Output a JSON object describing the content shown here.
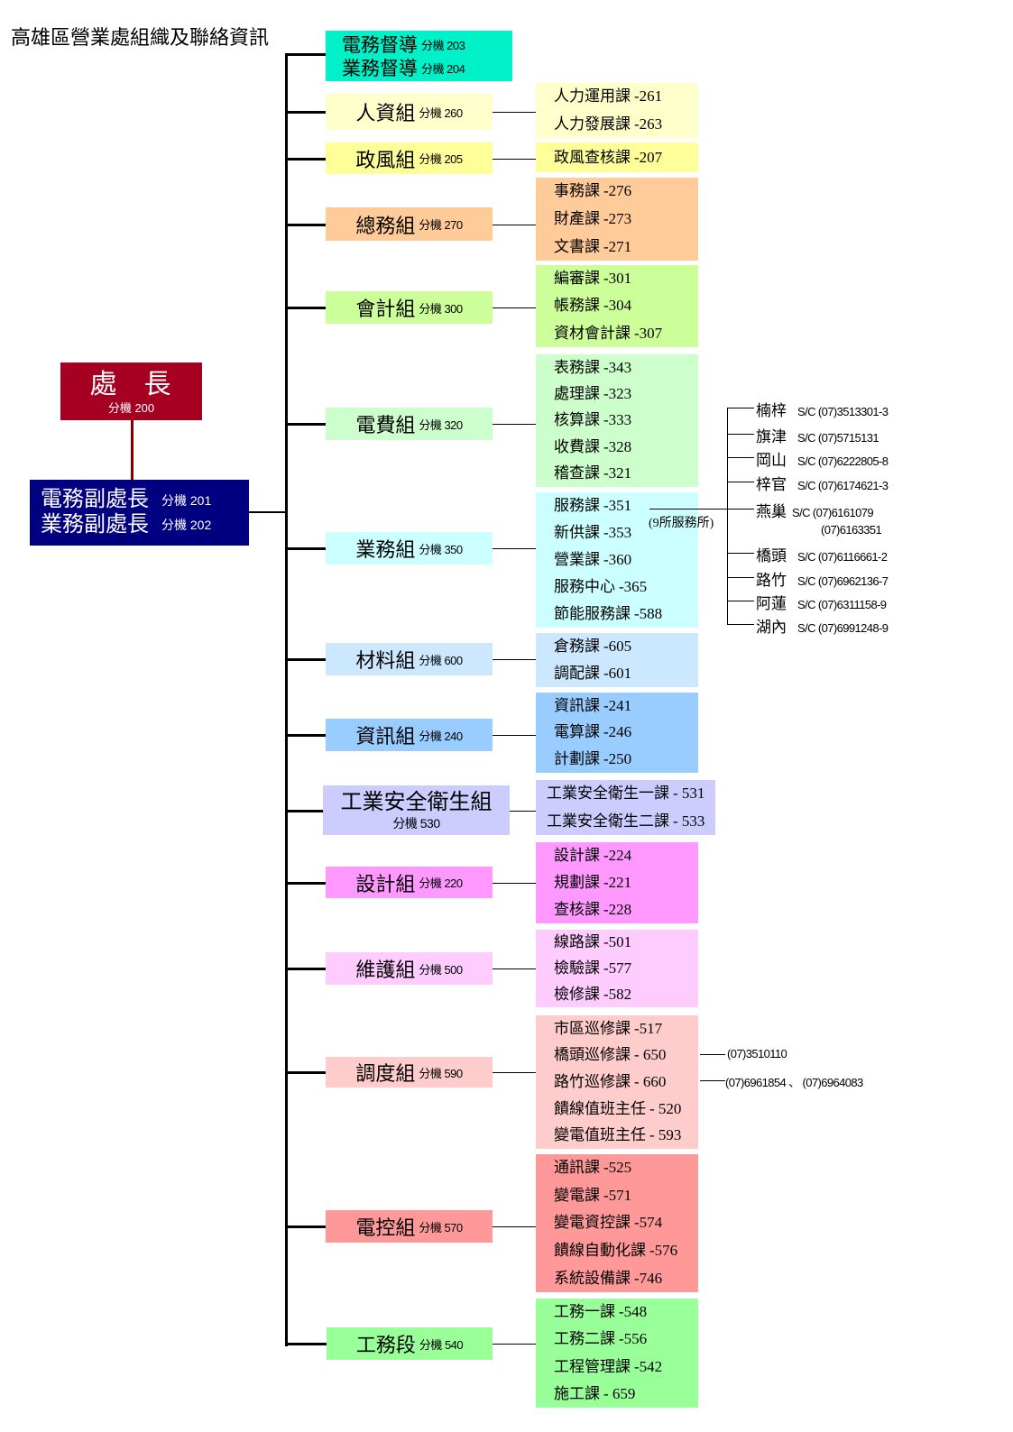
{
  "title": "高雄區營業處組織及聯絡資訊",
  "ext_label": "分機",
  "chief": {
    "name": "處長",
    "ext": "分機 200",
    "color": "#a50021"
  },
  "deputies": {
    "color": "#000080",
    "rows": [
      {
        "name": "電務副處長",
        "ext": "分機 201"
      },
      {
        "name": "業務副處長",
        "ext": "分機 202"
      }
    ]
  },
  "supervisors": {
    "color": "#00f0c8",
    "rows": [
      {
        "name": "電務督導",
        "ext": "分機 203"
      },
      {
        "name": "業務督導",
        "ext": "分機 204"
      }
    ]
  },
  "groups": [
    {
      "name": "人資組",
      "ext": "分機 260",
      "color": "#ffffcc",
      "sections": [
        {
          "name": "人力運用課",
          "code": "-261"
        },
        {
          "name": "人力發展課",
          "code": "-263"
        }
      ]
    },
    {
      "name": "政風組",
      "ext": "分機 205",
      "color": "#ffff99",
      "sections": [
        {
          "name": "政風查核課",
          "code": "-207"
        }
      ]
    },
    {
      "name": "總務組",
      "ext": "分機 270",
      "color": "#ffcc99",
      "sections": [
        {
          "name": "事務課",
          "code": "-276"
        },
        {
          "name": "財產課",
          "code": "-273"
        },
        {
          "name": "文書課",
          "code": "-271"
        }
      ]
    },
    {
      "name": "會計組",
      "ext": "分機 300",
      "color": "#ccff99",
      "sections": [
        {
          "name": "編審課",
          "code": "-301"
        },
        {
          "name": "帳務課",
          "code": "-304"
        },
        {
          "name": "資材會計課",
          "code": "-307"
        }
      ]
    },
    {
      "name": "電費組",
      "ext": "分機 320",
      "color": "#ccffcc",
      "sections": [
        {
          "name": "表務課",
          "code": "-343"
        },
        {
          "name": "處理課",
          "code": "-323"
        },
        {
          "name": "核算課",
          "code": "-333"
        },
        {
          "name": "收費課",
          "code": "-328"
        },
        {
          "name": "稽查課",
          "code": "-321"
        }
      ]
    },
    {
      "name": "業務組",
      "ext": "分機 350",
      "color": "#ccffff",
      "sections": [
        {
          "name": "服務課",
          "code": "-351"
        },
        {
          "name": "新供課",
          "code": "-353"
        },
        {
          "name": "營業課",
          "code": "-360"
        },
        {
          "name": "服務中心",
          "code": "-365"
        },
        {
          "name": "節能服務課",
          "code": "-588"
        }
      ]
    },
    {
      "name": "材料組",
      "ext": "分機 600",
      "color": "#cce8ff",
      "sections": [
        {
          "name": "倉務課",
          "code": "-605"
        },
        {
          "name": "調配課",
          "code": "-601"
        }
      ]
    },
    {
      "name": "資訊組",
      "ext": "分機 240",
      "color": "#99ccff",
      "sections": [
        {
          "name": "資訊課",
          "code": "-241"
        },
        {
          "name": "電算課",
          "code": "-246"
        },
        {
          "name": "計劃課",
          "code": "-250"
        }
      ]
    },
    {
      "name": "工業安全衛生組",
      "ext": "分機 530",
      "color": "#ccccff",
      "sections": [
        {
          "name": "工業安全衛生一課",
          "code": "- 531"
        },
        {
          "name": "工業安全衛生二課",
          "code": "- 533"
        }
      ]
    },
    {
      "name": "設計組",
      "ext": "分機 220",
      "color": "#ff99ff",
      "sections": [
        {
          "name": "設計課",
          "code": "-224"
        },
        {
          "name": "規劃課",
          "code": "-221"
        },
        {
          "name": "查核課",
          "code": "-228"
        }
      ]
    },
    {
      "name": "維護組",
      "ext": "分機 500",
      "color": "#ffccff",
      "sections": [
        {
          "name": "線路課",
          "code": "-501"
        },
        {
          "name": "檢驗課",
          "code": "-577"
        },
        {
          "name": "檢修課",
          "code": "-582"
        }
      ]
    },
    {
      "name": "調度組",
      "ext": "分機 590",
      "color": "#ffcccc",
      "sections": [
        {
          "name": "市區巡修課",
          "code": "-517"
        },
        {
          "name": "橋頭巡修課",
          "code": "- 650"
        },
        {
          "name": "路竹巡修課",
          "code": "- 660"
        },
        {
          "name": "饋線值班主任",
          "code": "- 520"
        },
        {
          "name": "變電值班主任",
          "code": "- 593"
        }
      ]
    },
    {
      "name": "電控組",
      "ext": "分機 570",
      "color": "#ff9999",
      "sections": [
        {
          "name": "通訊課",
          "code": "-525"
        },
        {
          "name": "變電課",
          "code": "-571"
        },
        {
          "name": "變電資控課",
          "code": "-574"
        },
        {
          "name": "饋線自動化課",
          "code": "-576"
        },
        {
          "name": "系統設備課",
          "code": "-746"
        }
      ]
    },
    {
      "name": "工務段",
      "ext": "分機 540",
      "color": "#99ff99",
      "sections": [
        {
          "name": "工務一課",
          "code": "-548"
        },
        {
          "name": "工務二課",
          "code": "-556"
        },
        {
          "name": "工程管理課",
          "code": "-542"
        },
        {
          "name": "施工課",
          "code": "- 659"
        }
      ]
    }
  ],
  "service_offices": {
    "label": "(9所服務所)",
    "offices": [
      {
        "name": "楠梓",
        "phone": "S/C (07)3513301-3"
      },
      {
        "name": "旗津",
        "phone": "S/C (07)5715131"
      },
      {
        "name": "岡山",
        "phone": "S/C (07)6222805-8"
      },
      {
        "name": "梓官",
        "phone": "S/C (07)6174621-3"
      },
      {
        "name": "燕巢",
        "phone": "S/C (07)6161079",
        "phone2": "(07)6163351"
      },
      {
        "name": "橋頭",
        "phone": "S/C (07)6116661-2"
      },
      {
        "name": "路竹",
        "phone": "S/C (07)6962136-7"
      },
      {
        "name": "阿蓮",
        "phone": "S/C (07)6311158-9"
      },
      {
        "name": "湖內",
        "phone": "S/C (07)6991248-9"
      }
    ]
  },
  "dispatch_phones": {
    "qiaotou": "(07)3510110",
    "luzhu": "(07)6961854 、 (07)6964083"
  }
}
